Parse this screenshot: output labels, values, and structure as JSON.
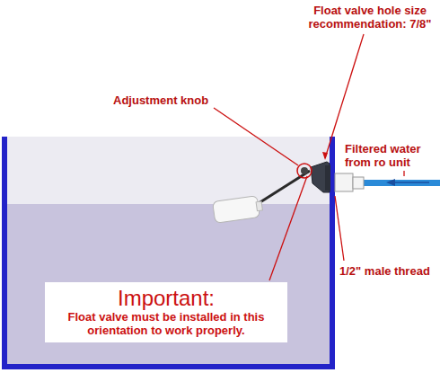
{
  "diagram": {
    "nodes": [
      {
        "text": [
          "Important:",
          "Float valve must be installed in this orientation to work properly."
        ]
      }
    ],
    "labels": [
      "Float valve hole size recommendation: 7/8\"",
      "Adjustment knob",
      "Filtered water from ro unit",
      "1/2\" male thread"
    ]
  }
}
